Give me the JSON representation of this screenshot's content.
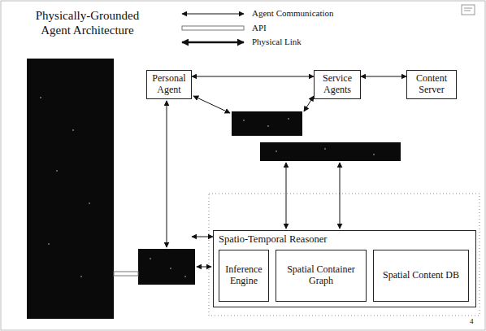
{
  "diagram": {
    "title": "Physically-Grounded Agent Architecture",
    "nodes": [
      {
        "text": [
          "Personal Agent"
        ]
      },
      {
        "text": [
          "Service Agents"
        ]
      },
      {
        "text": [
          "Content Server"
        ]
      },
      {
        "text": [
          "Spatio-Temporal Reasoner"
        ]
      },
      {
        "text": [
          "Inference Engine"
        ],
        "in": 3
      },
      {
        "text": [
          "Spatial Container Graph"
        ],
        "in": 3
      },
      {
        "text": [
          "Spatial Content DB"
        ],
        "in": 3
      }
    ],
    "edges": [
      {
        "from": 0,
        "to": 1,
        "arrow": "both"
      },
      {
        "from": 1,
        "to": 2,
        "arrow": "both"
      },
      {
        "from": 0,
        "to": 3,
        "arrow": "both"
      }
    ],
    "labels": [
      "4"
    ],
    "legend": [
      {
        "text": "Agent Communication"
      },
      {
        "text": "API"
      },
      {
        "text": "Physical Link"
      }
    ]
  }
}
